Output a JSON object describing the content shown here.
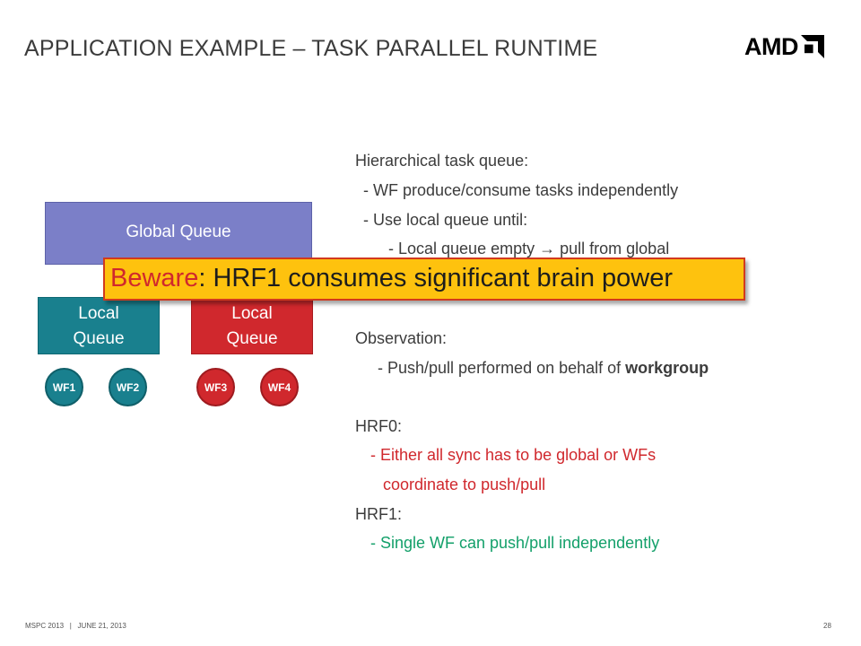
{
  "slide": {
    "title": "APPLICATION EXAMPLE – TASK PARALLEL RUNTIME",
    "logo": "AMD"
  },
  "diagram": {
    "global_queue": "Global Queue",
    "local_queue_1": [
      "Local",
      "Queue"
    ],
    "local_queue_2": [
      "Local",
      "Queue"
    ],
    "wavefronts": [
      "WF1",
      "WF2",
      "WF3",
      "WF4"
    ]
  },
  "content": {
    "l1": "Hierarchical task queue:",
    "l2": "- WF produce/consume tasks independently",
    "l3": "- Use local queue until:",
    "l4": "- Local queue empty",
    "l4_arrow": "→",
    "l4_b": "pull from global",
    "obs_label": "Observation:",
    "obs_text": "- Push/pull performed on behalf of ",
    "obs_bold": "workgroup",
    "hrf0_label": "HRF0:",
    "hrf0_l1": "- Either all sync has to be global or WFs",
    "hrf0_l2": "coordinate to push/pull",
    "hrf1_label": "HRF1:",
    "hrf1_l1": "- Single WF can push/pull independently"
  },
  "callout": {
    "beware": "Beware",
    "rest": ": HRF1 consumes significant brain power"
  },
  "footer": {
    "left": "MSPC 2013   |   JUNE 21, 2013",
    "page": "28"
  },
  "colors": {
    "global_queue": "#7b7fc8",
    "local_teal": "#19808e",
    "local_red": "#d0282d",
    "callout_bg": "#fec20e",
    "hrf1_green": "#13a06a"
  }
}
